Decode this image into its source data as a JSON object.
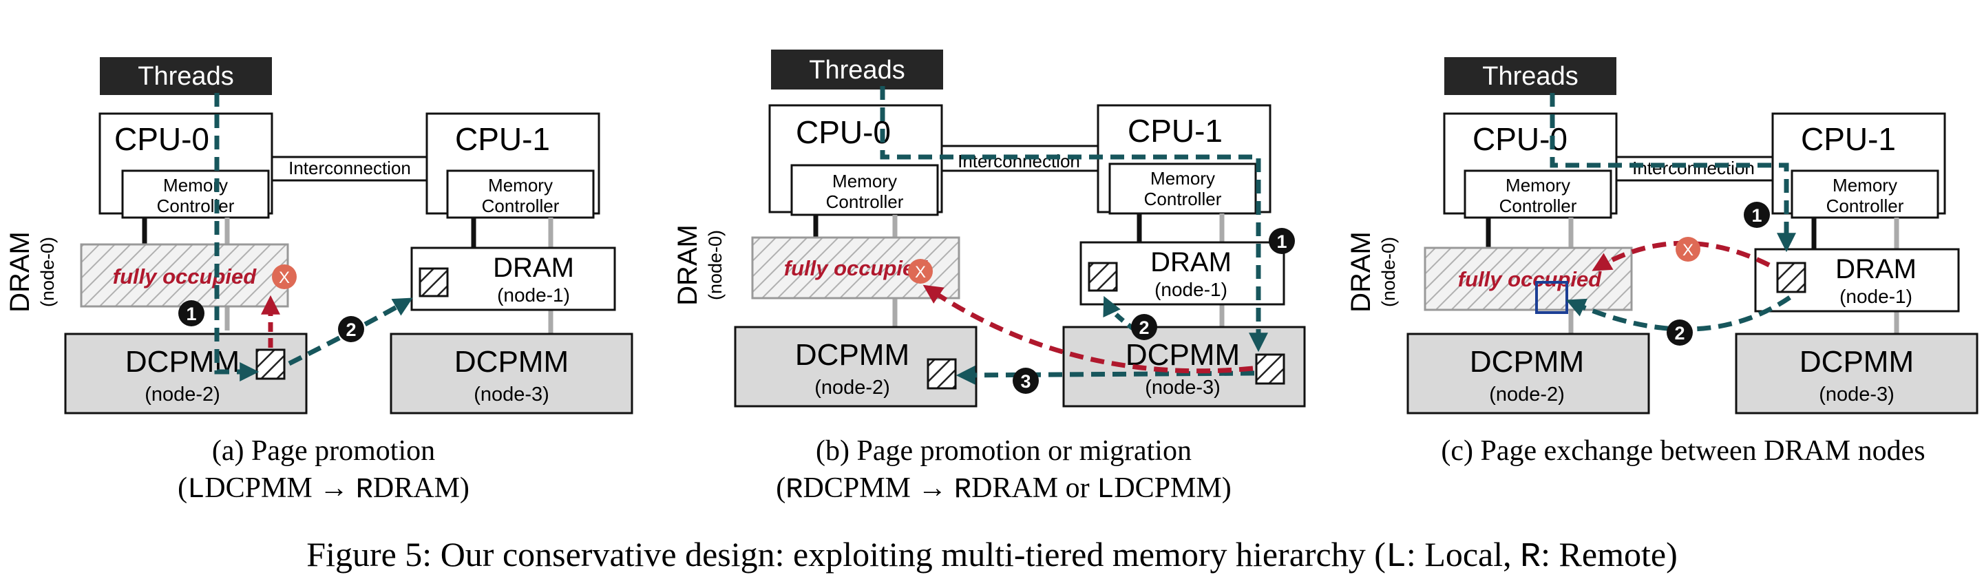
{
  "panels": [
    {
      "threads": "Threads",
      "cpu0": "CPU-0",
      "cpu1": "CPU-1",
      "mc0": [
        "Memory",
        "Controller"
      ],
      "mc1": [
        "Memory",
        "Controller"
      ],
      "interconnect": "Interconnection",
      "dram0_side": [
        "DRAM",
        "(node-0)"
      ],
      "fully_occupied": "fully occupied",
      "dram1": [
        "DRAM",
        "(node-1)"
      ],
      "dcpmm2": [
        "DCPMM",
        "(node-2)"
      ],
      "dcpmm3": [
        "DCPMM",
        "(node-3)"
      ],
      "fail_mark": "X",
      "steps": [
        "1",
        "2"
      ],
      "caption": [
        "(a) Page promotion",
        [
          "(",
          "L",
          "DCPMM → ",
          "R",
          "DRAM)"
        ]
      ]
    },
    {
      "threads": "Threads",
      "cpu0": "CPU-0",
      "cpu1": "CPU-1",
      "mc0": [
        "Memory",
        "Controller"
      ],
      "mc1": [
        "Memory",
        "Controller"
      ],
      "interconnect": "Interconnection",
      "dram0_side": [
        "DRAM",
        "(node-0)"
      ],
      "fully_occupied": "fully occupied",
      "dram1": [
        "DRAM",
        "(node-1)"
      ],
      "dcpmm2": [
        "DCPMM",
        "(node-2)"
      ],
      "dcpmm3": [
        "DCPMM",
        "(node-3)"
      ],
      "fail_mark": "X",
      "steps": [
        "1",
        "2",
        "3"
      ],
      "caption": [
        "(b) Page promotion or migration",
        [
          "(",
          "R",
          "DCPMM → ",
          "R",
          "DRAM or ",
          "L",
          "DCPMM)"
        ]
      ]
    },
    {
      "threads": "Threads",
      "cpu0": "CPU-0",
      "cpu1": "CPU-1",
      "mc0": [
        "Memory",
        "Controller"
      ],
      "mc1": [
        "Memory",
        "Controller"
      ],
      "interconnect": "Interconnection",
      "dram0_side": [
        "DRAM",
        "(node-0)"
      ],
      "fully_occupied": "fully occupied",
      "dram1": [
        "DRAM",
        "(node-1)"
      ],
      "dcpmm2": [
        "DCPMM",
        "(node-2)"
      ],
      "dcpmm3": [
        "DCPMM",
        "(node-3)"
      ],
      "fail_mark": "X",
      "steps": [
        "1",
        "2"
      ],
      "caption": [
        "(c) Page exchange between DRAM nodes",
        []
      ]
    }
  ],
  "figure_caption": [
    "Figure 5: Our conservative design: exploiting multi-tiered memory hierarchy (",
    "L",
    ": Local, ",
    "R",
    ": Remote)"
  ],
  "colors": {
    "flow": "#17565c",
    "failed": "#b0182d",
    "fail_mark": "#de6a55",
    "dcpmm_fill": "#d9d9d9",
    "threads_fill": "#262626",
    "exchanged_page": "#1c3f95"
  },
  "icons": {
    "page": "hatched-page-icon",
    "fail": "x-circle-icon",
    "step": "numbered-step-badge"
  }
}
